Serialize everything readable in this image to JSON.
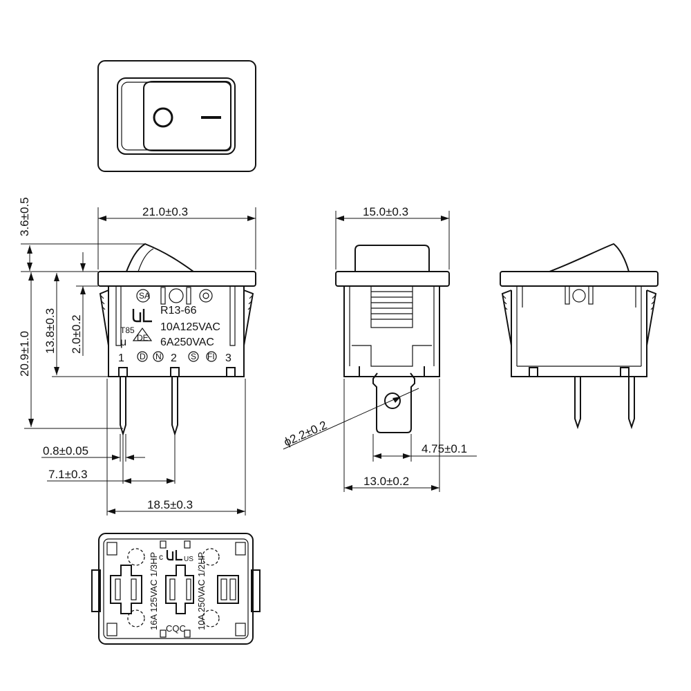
{
  "top_view": {
    "symbol_off": "O",
    "symbol_on": "—"
  },
  "dimensions": {
    "width_front": "21.0±0.3",
    "height_actuator": "3.6±0.5",
    "height_total": "20.9±1.0",
    "height_body": "13.8±0.3",
    "height_flange": "2.0±0.2",
    "terminal_width": "0.8±0.05",
    "terminal_pitch": "7.1±0.3",
    "base_width": "18.5±0.3",
    "width_side": "15.0±0.3",
    "hole_dia": "ϕ2.2±0.2",
    "tab_width": "4.75±0.1",
    "base_depth": "13.0±0.2"
  },
  "front_markings": {
    "model": "R13-66",
    "rating_1": "10A125VAC",
    "rating_2": "6A250VAC",
    "temp": "T85",
    "mu": "μ",
    "terminal_1": "1",
    "terminal_2": "2",
    "terminal_3": "3",
    "cert_d": "D",
    "cert_n": "N",
    "cert_s": "S",
    "cert_fi": "FI",
    "cert_de": "DE"
  },
  "bottom_markings": {
    "rating_left": "16A 125VAC 1/3HP",
    "rating_right": "10A 250VAC 1/2HP",
    "brand": "CQC",
    "cul_c": "c",
    "cul_us": "US"
  }
}
